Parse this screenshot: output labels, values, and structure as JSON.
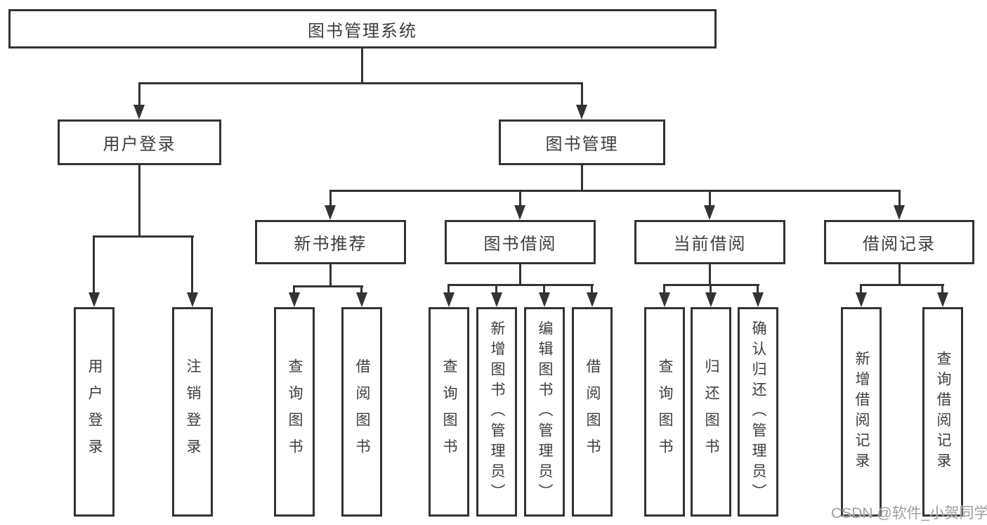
{
  "diagram": {
    "title": "图书管理系统",
    "colors": {
      "line": "#333333",
      "text": "#3d3d3d",
      "box_background": "#ffffff",
      "watermark": "#9e9e9e"
    },
    "nodes": {
      "root": "图书管理系统",
      "user_login": "用户登录",
      "book_management": "图书管理",
      "new_book_recommend": "新书推荐",
      "book_borrow": "图书借阅",
      "current_borrow": "当前借阅",
      "borrow_records": "借阅记录"
    },
    "leaves": {
      "user_login": [
        "用户登录",
        "注销登录"
      ],
      "new_book_recommend": [
        "查询图书",
        "借阅图书"
      ],
      "book_borrow": [
        "查询图书",
        "新增图书（管理员）",
        "编辑图书（管理员）",
        "借阅图书"
      ],
      "current_borrow": [
        "查询图书",
        "归还图书",
        "确认归还（管理员）"
      ],
      "borrow_records": [
        "新增借阅记录",
        "查询借阅记录"
      ]
    },
    "watermark": "CSDN @软件_小贺同学"
  }
}
